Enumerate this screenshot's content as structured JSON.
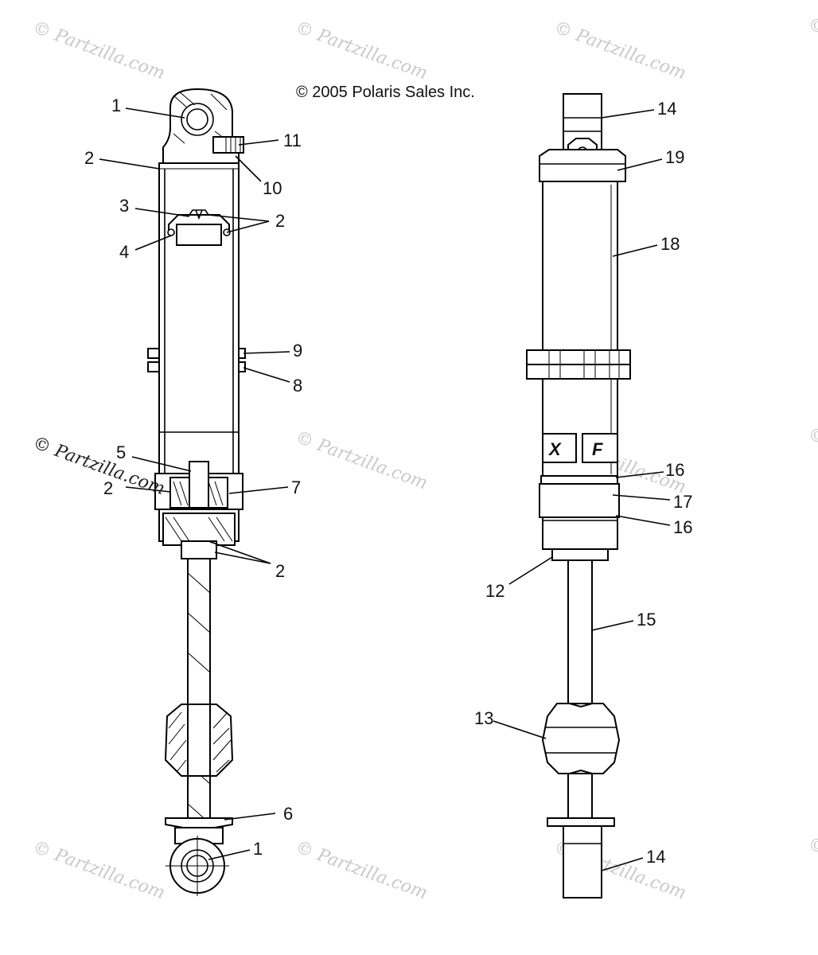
{
  "copyright": "© 2005 Polaris Sales Inc.",
  "watermark": "© Partzilla.com",
  "watermark_symbol": "©",
  "watermark_text": "Partzilla.com",
  "callouts_left": [
    "1",
    "2",
    "3",
    "2",
    "4",
    "11",
    "10",
    "9",
    "8",
    "5",
    "2",
    "7",
    "2",
    "6",
    "1"
  ],
  "callouts_right": [
    "14",
    "19",
    "18",
    "16",
    "17",
    "16",
    "12",
    "15",
    "13",
    "14"
  ],
  "brand_left": "X",
  "brand_right": "F"
}
